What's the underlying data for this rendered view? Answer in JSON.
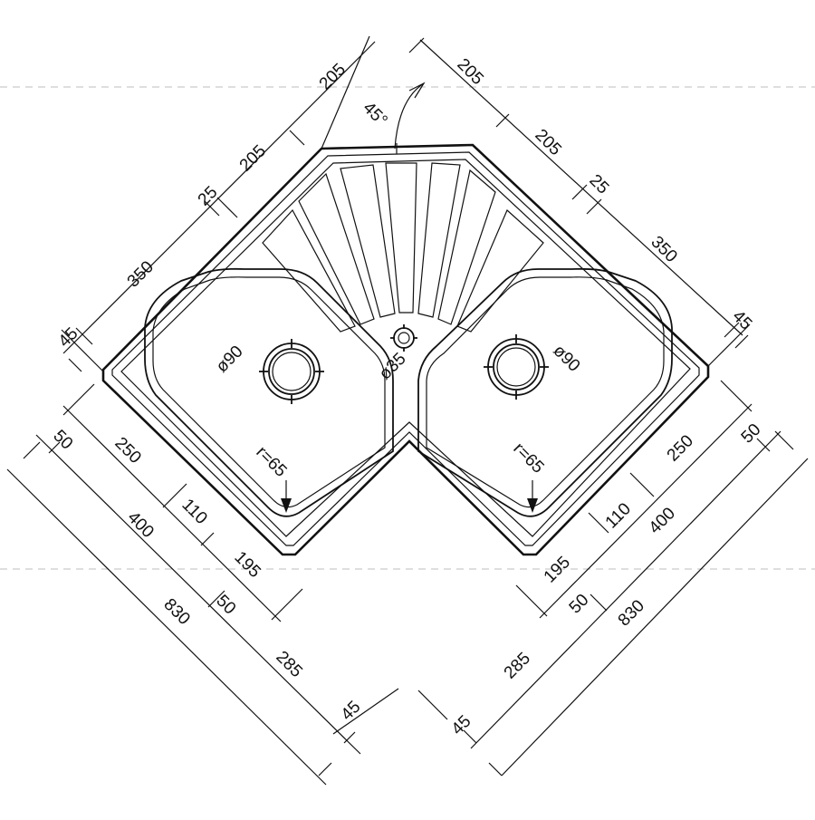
{
  "colors": {
    "line": "#111111",
    "background": "#ffffff",
    "guide": "#c9c9c9"
  },
  "angle_label": "45°",
  "holes": {
    "left_label": "ø90",
    "right_label": "ø90",
    "center_label": "ø35"
  },
  "radius_labels": {
    "left": "r=65",
    "right": "r=65"
  },
  "dimensions": {
    "top_left": [
      "205",
      "205",
      "25",
      "350",
      "45"
    ],
    "top_right": [
      "205",
      "205",
      "25",
      "350",
      "45"
    ],
    "bottom_left": [
      "50",
      "250",
      "110",
      "400",
      "195",
      "830",
      "50",
      "285",
      "45"
    ],
    "bottom_right": [
      "50",
      "250",
      "110",
      "400",
      "195",
      "830",
      "50",
      "285",
      "45"
    ]
  }
}
